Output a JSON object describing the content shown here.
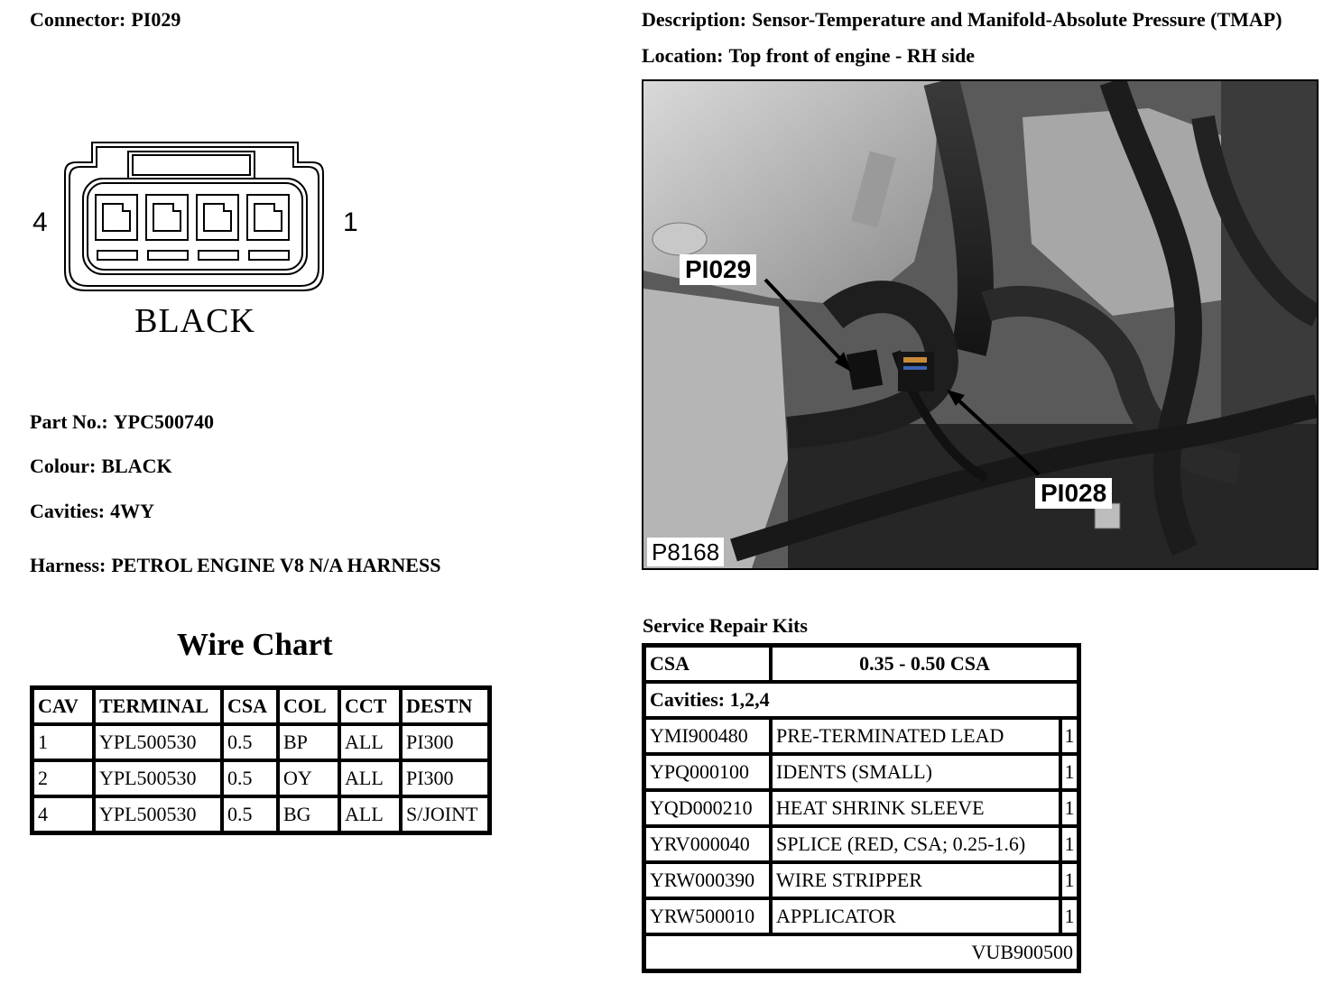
{
  "header": {
    "connector_label": "Connector:",
    "connector_value": "PI029",
    "description_label": "Description:",
    "description_value": "Sensor-Temperature and Manifold-Absolute Pressure (TMAP)",
    "location_label": "Location:",
    "location_value": "Top front of engine - RH side"
  },
  "connector_drawing": {
    "left_pin": "4",
    "right_pin": "1",
    "color_label": "BLACK",
    "body_color": "#000000"
  },
  "info": {
    "part_no_label": "Part No.:",
    "part_no_value": "YPC500740",
    "colour_label": "Colour:",
    "colour_value": "BLACK",
    "cavities_label": "Cavities:",
    "cavities_value": "4WY",
    "harness_label": "Harness:",
    "harness_value": "PETROL ENGINE V8 N/A HARNESS"
  },
  "wire_chart": {
    "title": "Wire Chart",
    "columns": [
      "CAV",
      "TERMINAL",
      "CSA",
      "COL",
      "CCT",
      "DESTN"
    ],
    "rows": [
      [
        "1",
        "YPL500530",
        "0.5",
        "BP",
        "ALL",
        "PI300"
      ],
      [
        "2",
        "YPL500530",
        "0.5",
        "OY",
        "ALL",
        "PI300"
      ],
      [
        "4",
        "YPL500530",
        "0.5",
        "BG",
        "ALL",
        "S/JOINT"
      ]
    ]
  },
  "photo": {
    "callout_1": "PI029",
    "callout_2": "PI028",
    "photo_id": "P8168"
  },
  "kits": {
    "title": "Service Repair Kits",
    "csa_label": "CSA",
    "csa_value": "0.35 - 0.50 CSA",
    "cavities": "Cavities: 1,2,4",
    "items": [
      {
        "code": "YMI900480",
        "desc": "PRE-TERMINATED LEAD",
        "qty": "1"
      },
      {
        "code": "YPQ000100",
        "desc": "IDENTS (SMALL)",
        "qty": "1"
      },
      {
        "code": "YQD000210",
        "desc": "HEAT SHRINK SLEEVE",
        "qty": "1"
      },
      {
        "code": "YRV000040",
        "desc": "SPLICE (RED, CSA; 0.25-1.6)",
        "qty": "1"
      },
      {
        "code": "YRW000390",
        "desc": "WIRE STRIPPER",
        "qty": "1"
      },
      {
        "code": "YRW500010",
        "desc": "APPLICATOR",
        "qty": "1"
      }
    ],
    "footer_code": "VUB900500"
  }
}
